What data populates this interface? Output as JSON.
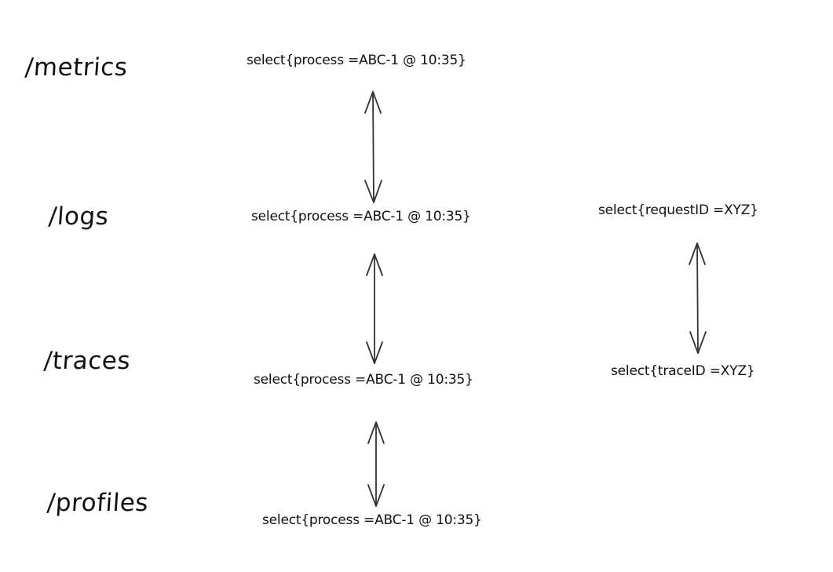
{
  "signals": [
    {
      "name": "/metrics"
    },
    {
      "name": "/logs"
    },
    {
      "name": "/traces"
    },
    {
      "name": "/profiles"
    }
  ],
  "queries": {
    "metrics": "select{process =ABC-1 @ 10:35}",
    "logs": "select{process =ABC-1 @ 10:35}",
    "traces": "select{process =ABC-1 @ 10:35}",
    "profiles": "select{process =ABC-1 @ 10:35}",
    "logs_request": "select{requestID =XYZ}",
    "traces_trace": "select{traceID =XYZ}"
  },
  "arrows": [
    {
      "from": "metrics",
      "to": "logs",
      "type": "bidirectional"
    },
    {
      "from": "logs",
      "to": "traces",
      "type": "bidirectional"
    },
    {
      "from": "traces",
      "to": "profiles",
      "type": "bidirectional"
    },
    {
      "from": "logs_request",
      "to": "traces_trace",
      "type": "bidirectional"
    }
  ]
}
